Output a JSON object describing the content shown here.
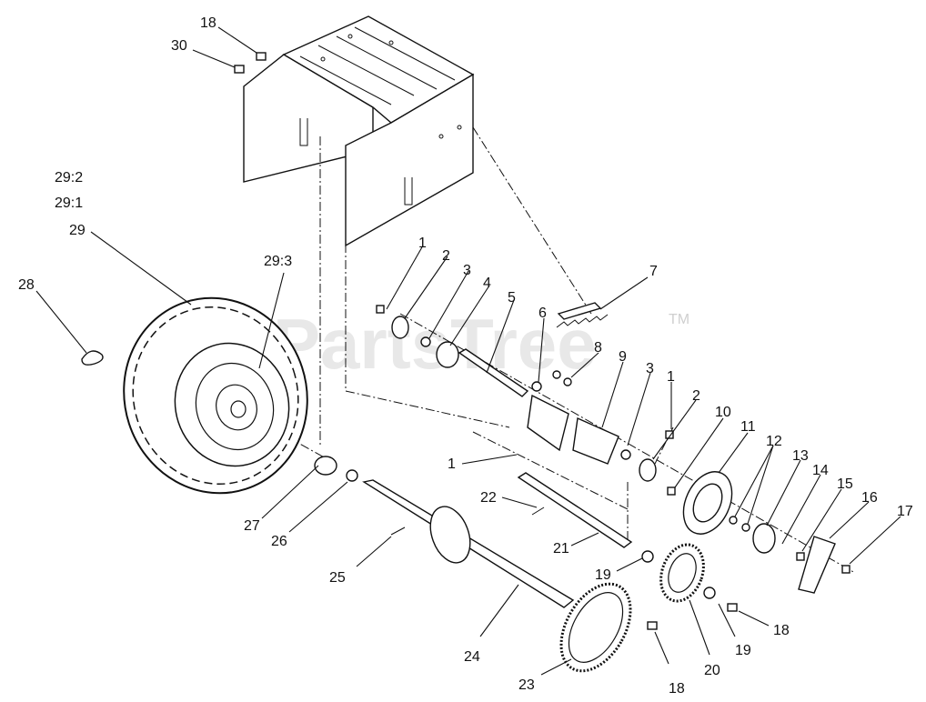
{
  "watermark": {
    "text": "PartsTree",
    "tm": "TM"
  },
  "callouts": {
    "c18a": "18",
    "c30": "30",
    "c29_2": "29:2",
    "c29_1": "29:1",
    "c29": "29",
    "c29_3": "29:3",
    "c28": "28",
    "c1a": "1",
    "c2a": "2",
    "c3a": "3",
    "c4": "4",
    "c5": "5",
    "c6": "6",
    "c7": "7",
    "c8": "8",
    "c9": "9",
    "c3b": "3",
    "c1b": "1",
    "c2b": "2",
    "c10": "10",
    "c11": "11",
    "c12": "12",
    "c13": "13",
    "c14": "14",
    "c15": "15",
    "c16": "16",
    "c17": "17",
    "c1c": "1",
    "c22": "22",
    "c27": "27",
    "c26": "26",
    "c25": "25",
    "c21": "21",
    "c19a": "19",
    "c24": "24",
    "c23": "23",
    "c18b": "18",
    "c20": "20",
    "c19b": "19",
    "c18c": "18"
  }
}
